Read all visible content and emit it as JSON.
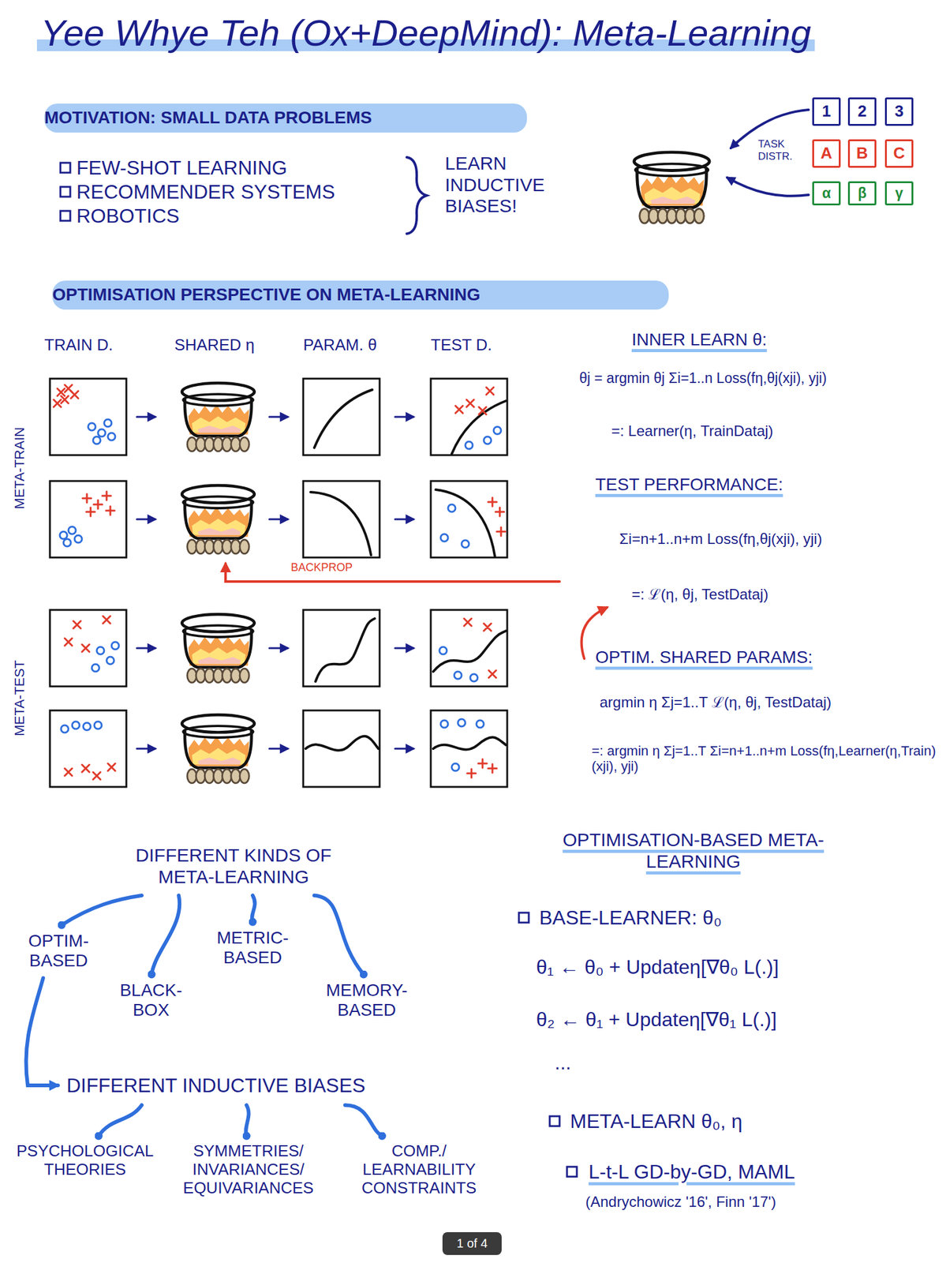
{
  "diagram": {
    "title": "Yee Whye Teh (Ox+DeepMind): Meta-Learning",
    "nodes": [
      {
        "text": [
          "MOTIVATION: SMALL DATA PROBLEMS"
        ]
      },
      {
        "text": [
          "1"
        ]
      },
      {
        "text": [
          "2"
        ]
      },
      {
        "text": [
          "3"
        ]
      },
      {
        "text": [
          "A"
        ]
      },
      {
        "text": [
          "B"
        ]
      },
      {
        "text": [
          "C"
        ]
      },
      {
        "text": [
          "α"
        ]
      },
      {
        "text": [
          "β"
        ]
      },
      {
        "text": [
          "γ"
        ]
      },
      {
        "text": [
          "OPTIMISATION PERSPECTIVE ON META-LEARNING"
        ]
      },
      {
        "text": [
          "1 of 4"
        ]
      }
    ],
    "labels": [
      "FEW-SHOT LEARNING",
      "RECOMMENDER SYSTEMS",
      "ROBOTICS",
      "LEARN INDUCTIVE BIASES!",
      "TASK DISTR.",
      "TRAIN D.",
      "SHARED η",
      "PARAM. θ",
      "TEST D.",
      "META-TRAIN",
      "BACKPROP",
      "META-TEST",
      "INNER LEARN θ:",
      "θj = argmin θj Σi=1..n Loss(fη,θj(xji), yji)",
      "=: Learner(η, TrainDataj)",
      "TEST PERFORMANCE:",
      "Σi=n+1..n+m Loss(fη,θj(xji), yji)",
      "=: ℒ(η, θj, TestDataj)",
      "OPTIM. SHARED PARAMS:",
      "argmin η Σj=1..T ℒ(η, θj, TestDataj)",
      "=: argmin η Σj=1..T Σi=n+1..n+m Loss(fη,Learner(η,Train)(xji), yji)",
      "DIFFERENT KINDS OF META-LEARNING",
      "OPTIM-BASED",
      "BLACK-BOX",
      "METRIC-BASED",
      "MEMORY-BASED",
      "DIFFERENT INDUCTIVE BIASES",
      "PSYCHOLOGICAL THEORIES",
      "SYMMETRIES/ INVARIANCES/ EQUIVARIANCES",
      "COMP./ LEARNABILITY CONSTRAINTS",
      "OPTIMISATION-BASED META-LEARNING",
      "BASE-LEARNER: θ₀",
      "θ₁ ← θ₀ + Updateη[∇θ₀ L(.)]",
      "θ₂ ← θ₁ + Updateη[∇θ₁ L(.)]",
      "...",
      "META-LEARN θ₀, η",
      "L-t-L GD-by-GD, MAML",
      "(Andrychowicz '16', Finn '17')"
    ]
  }
}
